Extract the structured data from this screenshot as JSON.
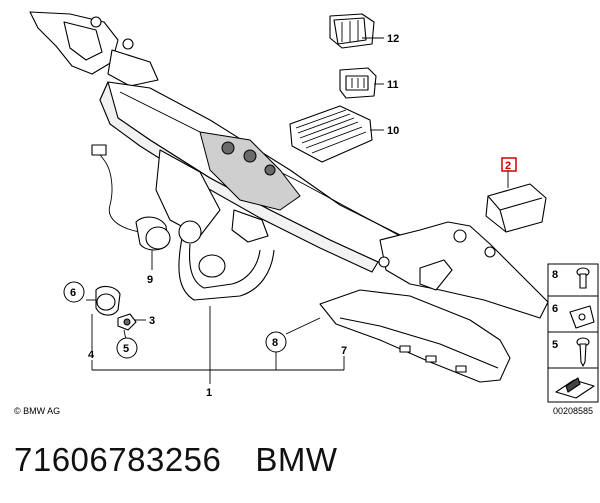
{
  "diagram": {
    "callouts": [
      "12",
      "11",
      "10",
      "2",
      "9",
      "6",
      "3",
      "5",
      "4",
      "8",
      "7",
      "1"
    ],
    "side_panel_numbers": [
      "8",
      "6",
      "5"
    ],
    "copyright": "© BMW AG",
    "diagram_code": "00208585"
  },
  "footer": {
    "part_number": "71606783256",
    "brand": "BMW"
  }
}
